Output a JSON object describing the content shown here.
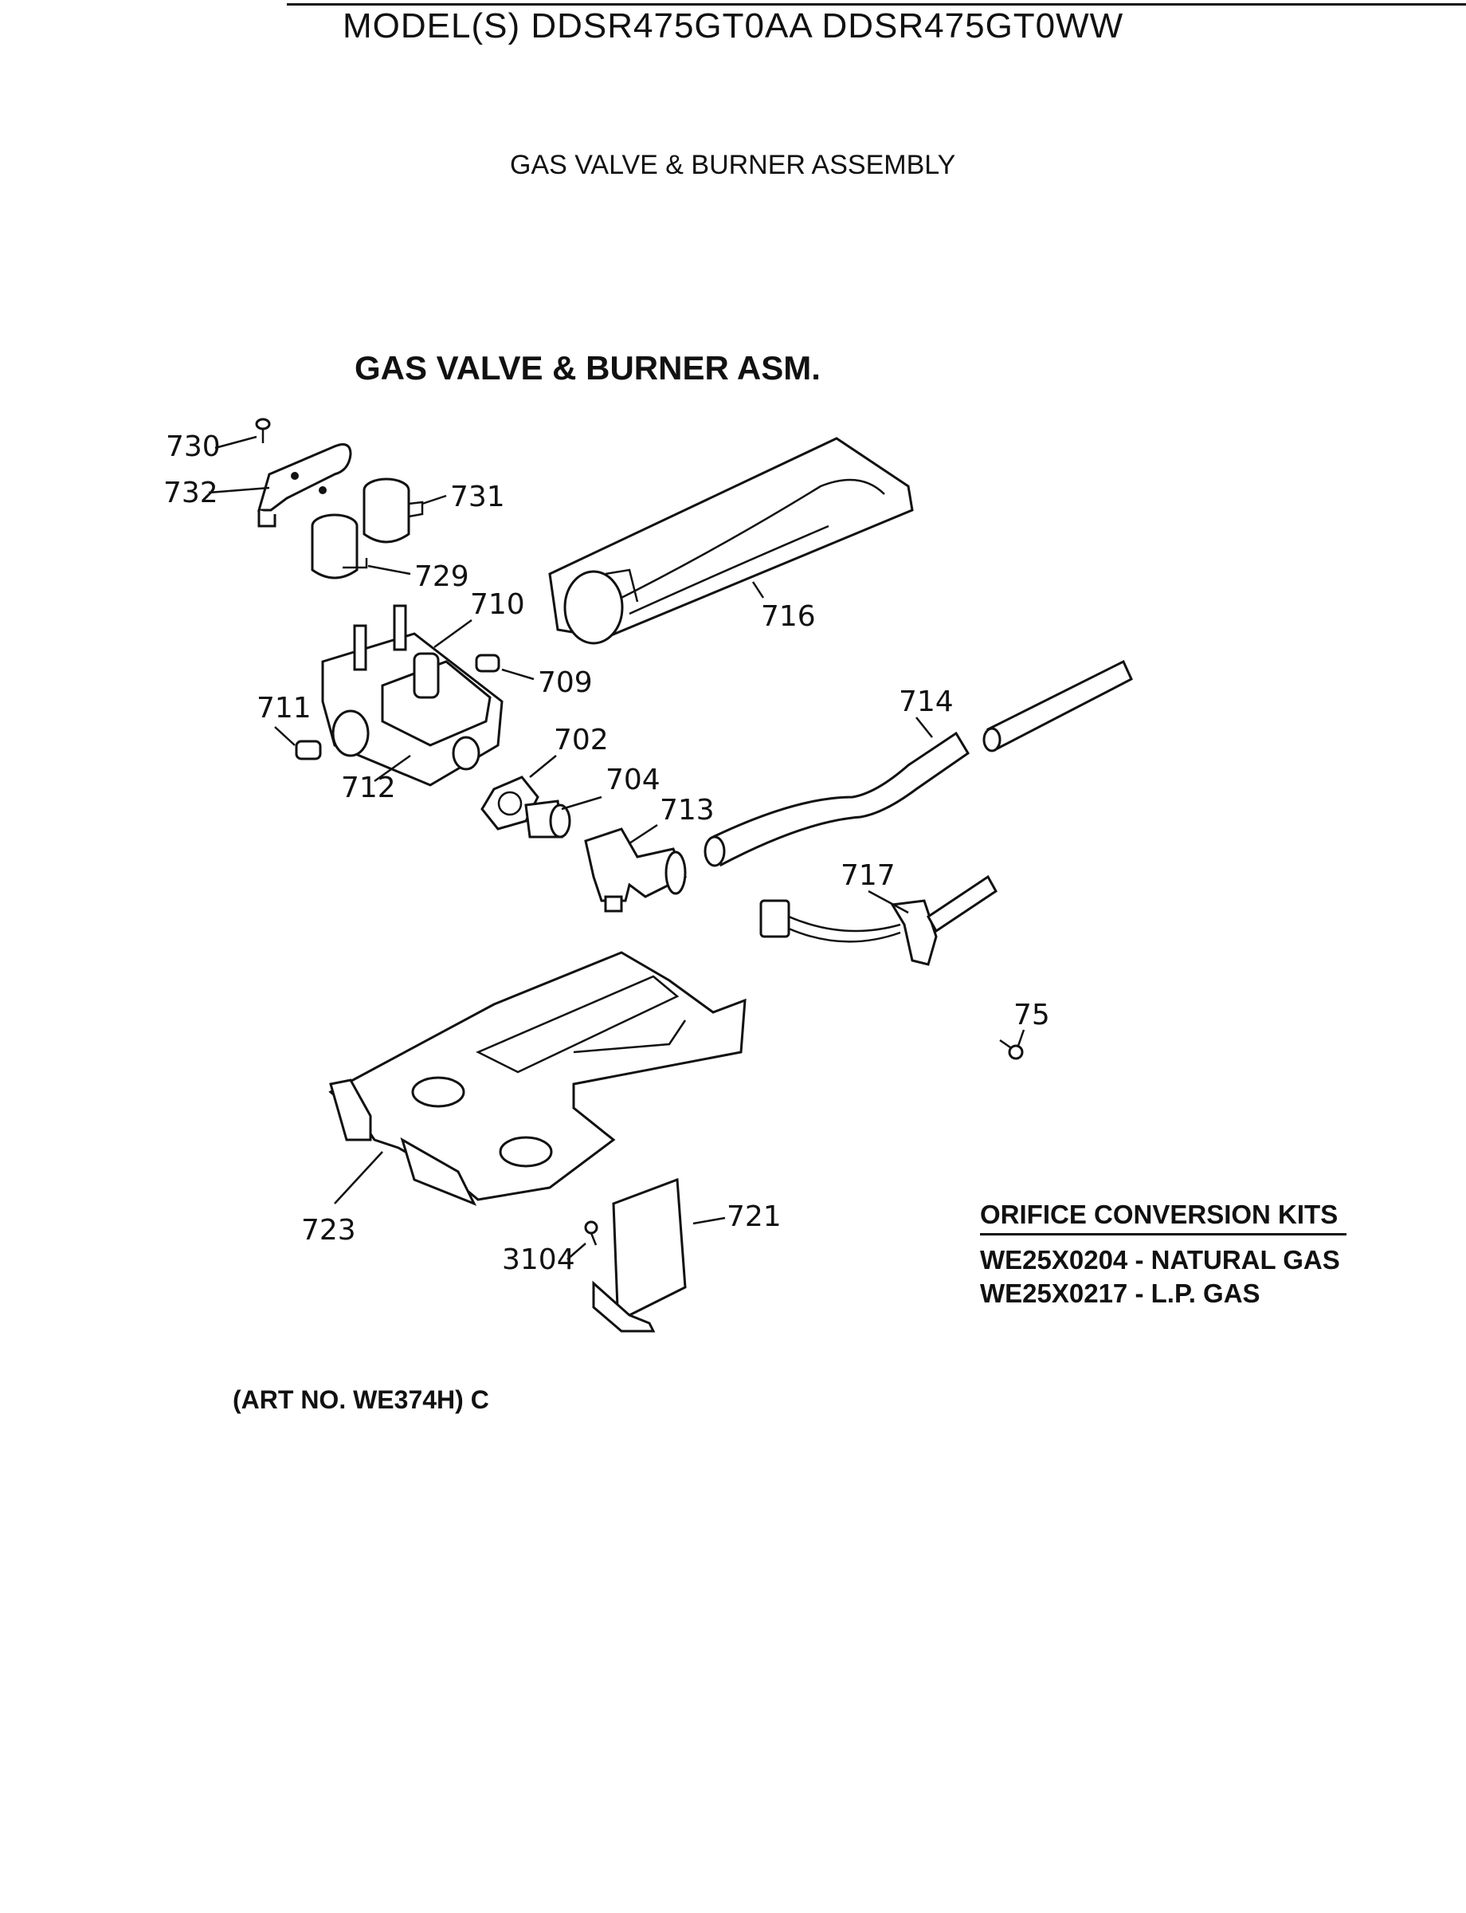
{
  "header": {
    "model_line": "MODEL(S) DDSR475GT0AA  DDSR475GT0WW",
    "subtitle": "GAS VALVE & BURNER ASSEMBLY"
  },
  "diagram": {
    "title": "GAS VALVE & BURNER ASM.",
    "callouts": [
      "730",
      "732",
      "731",
      "729",
      "710",
      "716",
      "709",
      "711",
      "714",
      "702",
      "712",
      "704",
      "713",
      "717",
      "75",
      "723",
      "721",
      "3104"
    ]
  },
  "kits": {
    "heading": "ORIFICE CONVERSION KITS",
    "items": [
      {
        "part": "WE25X0204",
        "description": "NATURAL GAS"
      },
      {
        "part": "WE25X0217",
        "description": "L.P. GAS"
      }
    ]
  },
  "footer": {
    "art_no": "(ART NO. WE374H) C"
  }
}
